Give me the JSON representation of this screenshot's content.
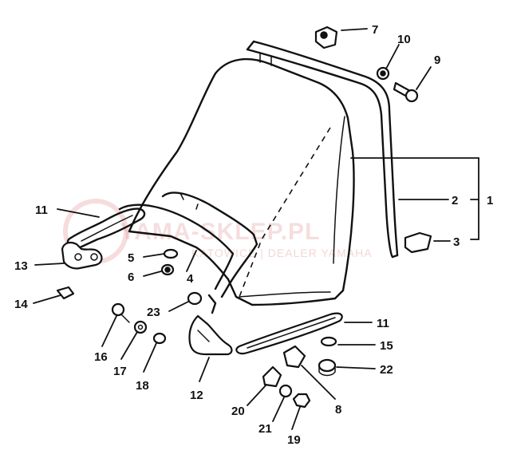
{
  "diagram": {
    "callouts": [
      "1",
      "2",
      "3",
      "4",
      "5",
      "6",
      "7",
      "8",
      "9",
      "10",
      "11",
      "11",
      "12",
      "13",
      "14",
      "15",
      "16",
      "17",
      "18",
      "19",
      "20",
      "21",
      "22",
      "23"
    ]
  },
  "watermark": {
    "main": "YAMA-SKLEP.PL",
    "sub": "KATOWICE | DEALER YAMAHA"
  }
}
